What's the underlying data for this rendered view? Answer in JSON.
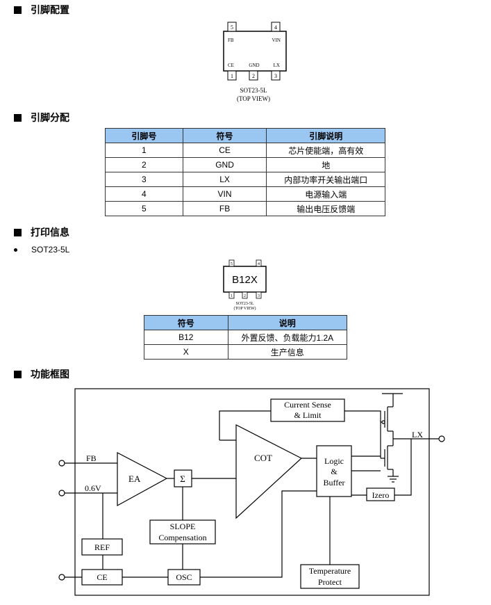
{
  "sections": {
    "pin_config": "引脚配置",
    "pin_assign": "引脚分配",
    "marking": "打印信息",
    "block": "功能框图"
  },
  "package1": {
    "pins_top": [
      "5",
      "4"
    ],
    "pins_bottom": [
      "1",
      "2",
      "3"
    ],
    "labels_top": [
      "FB",
      "VIN"
    ],
    "labels_bottom": [
      "CE",
      "GND",
      "LX"
    ],
    "name": "SOT23-5L",
    "view": "(TOP VIEW)"
  },
  "pin_table": {
    "headers": [
      "引脚号",
      "符号",
      "引脚说明"
    ],
    "rows": [
      [
        "1",
        "CE",
        "芯片使能端，高有效"
      ],
      [
        "2",
        "GND",
        "地"
      ],
      [
        "3",
        "LX",
        "内部功率开关输出端口"
      ],
      [
        "4",
        "VIN",
        "电源输入端"
      ],
      [
        "5",
        "FB",
        "输出电压反馈端"
      ]
    ]
  },
  "bullet": "SOT23-5L",
  "package2": {
    "marking": "B12X",
    "pins_top": [
      "5",
      "4"
    ],
    "pins_bottom": [
      "1",
      "2",
      "3"
    ],
    "name": "SOT23-5L",
    "view": "(TOP VIEW)"
  },
  "mark_table": {
    "headers": [
      "符号",
      "说明"
    ],
    "rows": [
      [
        "B12",
        "外置反馈、负载能力1.2A"
      ],
      [
        "X",
        "生产信息"
      ]
    ]
  },
  "diagram": {
    "fb": "FB",
    "vref": "0.6V",
    "ea": "EA",
    "sigma": "Σ",
    "cot": "COT",
    "cs_line1": "Current Sense",
    "cs_line2": "& Limit",
    "logic1": "Logic",
    "logic2": "&",
    "logic3": "Buffer",
    "lx": "LX",
    "izero": "Izero",
    "slope1": "SLOPE",
    "slope2": "Compensation",
    "ref": "REF",
    "ce": "CE",
    "osc": "OSC",
    "temp1": "Temperature",
    "temp2": "Protect"
  }
}
